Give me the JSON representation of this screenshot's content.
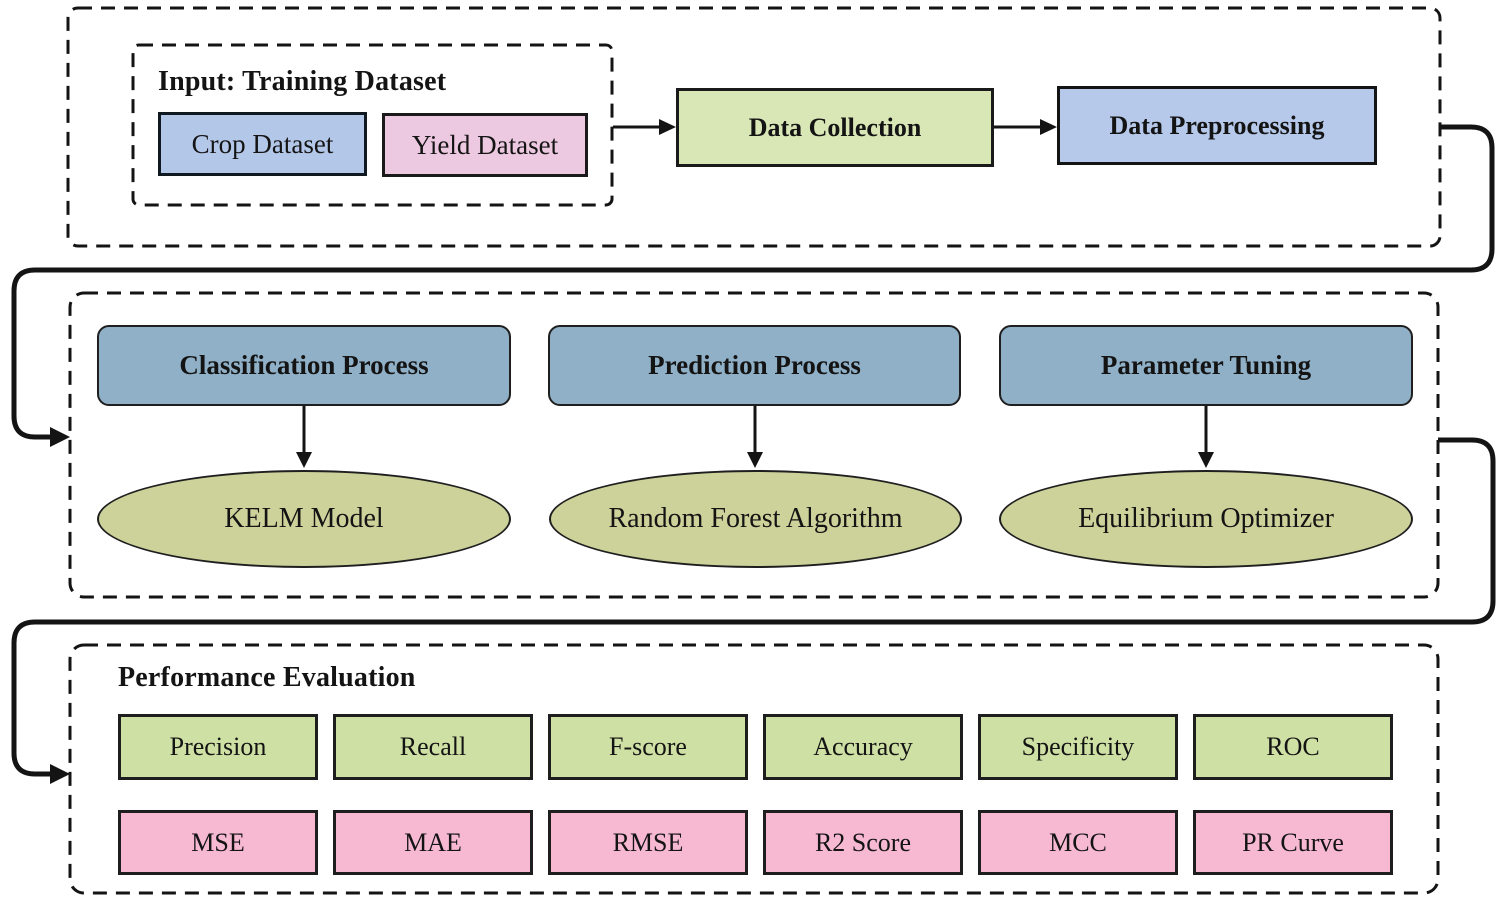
{
  "diagram": {
    "input_group": {
      "title": "Input: Training Dataset",
      "datasets": [
        {
          "label": "Crop Dataset",
          "color": "#b3c7e8"
        },
        {
          "label": "Yield Dataset",
          "color": "#edc9e1"
        }
      ]
    },
    "pipeline": {
      "collection": {
        "label": "Data Collection",
        "color": "#d9e7b6"
      },
      "preprocessing": {
        "label": "Data Preprocessing",
        "color": "#b6c9ea"
      }
    },
    "process_columns": [
      {
        "header": "Classification Process",
        "method": "KELM Model"
      },
      {
        "header": "Prediction Process",
        "method": "Random Forest Algorithm"
      },
      {
        "header": "Parameter Tuning",
        "method": "Equilibrium Optimizer"
      }
    ],
    "evaluation": {
      "title": "Performance Evaluation",
      "classification_metrics": [
        "Precision",
        "Recall",
        "F-score",
        "Accuracy",
        "Specificity",
        "ROC"
      ],
      "regression_metrics": [
        "MSE",
        "MAE",
        "RMSE",
        "R2 Score",
        "MCC",
        "PR Curve"
      ]
    },
    "colors": {
      "dataset_blue": "#b3c7e8",
      "dataset_pink": "#edc9e1",
      "collection_green": "#d9e7b6",
      "preprocess_blue": "#b6c9ea",
      "process_header_blue": "#8fb0c7",
      "method_olive": "#cdd29a",
      "metric_green": "#cfe0a4",
      "metric_pink": "#f7b9d2",
      "line_black": "#141414"
    }
  }
}
